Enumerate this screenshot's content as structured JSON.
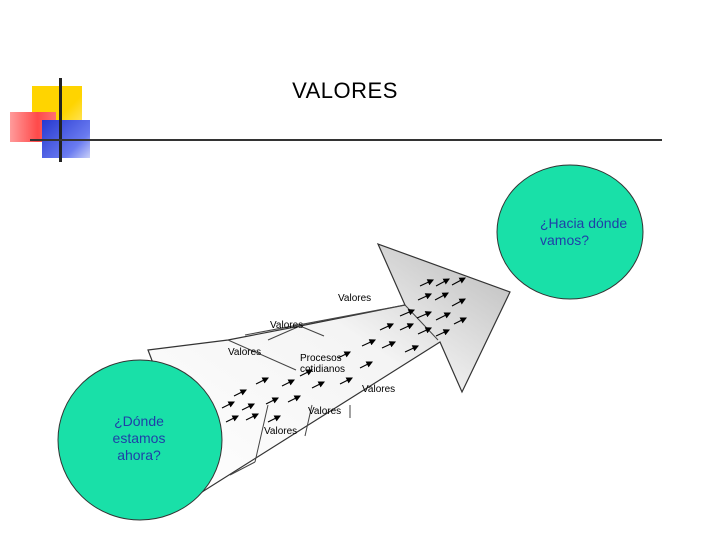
{
  "slide": {
    "title": "VALORES"
  },
  "circles": {
    "start": {
      "text": "¿Dónde estamos ahora?",
      "color": "#19e0a8"
    },
    "end": {
      "text": "¿Hacia dónde vamos?",
      "color": "#19e0a8"
    }
  },
  "labels": {
    "valores_1": "Valores",
    "valores_2": "Valores",
    "valores_3": "Valores",
    "procesos": "Procesos cotidianos",
    "valores_4": "Valores",
    "valores_5": "Valores",
    "valores_6": "Valores"
  },
  "colors": {
    "accent_yellow": "#ffd700",
    "accent_red": "#ff5a5a",
    "accent_blue": "#3a4fd8",
    "circle_text": "#1f3fa8"
  }
}
